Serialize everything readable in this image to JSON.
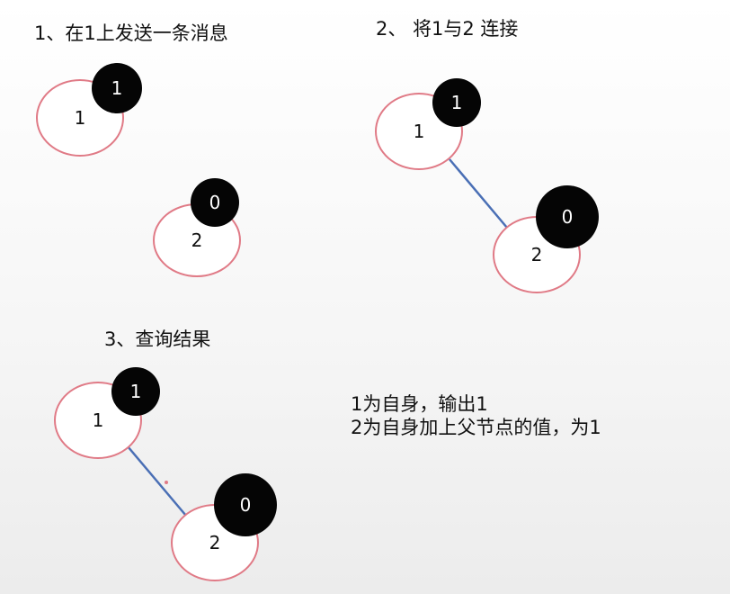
{
  "colors": {
    "node_border": "#e07a86",
    "edge": "#4a6fb5",
    "badge": "#050505"
  },
  "steps": [
    {
      "title": "1、在1上发送一条消息",
      "nodes": [
        {
          "label": "1",
          "value": "1"
        },
        {
          "label": "2",
          "value": "0"
        }
      ]
    },
    {
      "title": "2、 将1与2 连接",
      "nodes": [
        {
          "label": "1",
          "value": "1"
        },
        {
          "label": "2",
          "value": "0"
        }
      ]
    },
    {
      "title": "3、查询结果",
      "nodes": [
        {
          "label": "1",
          "value": "1"
        },
        {
          "label": "2",
          "value": "0"
        }
      ]
    }
  ],
  "result_text": [
    "1为自身，输出1",
    "2为自身加上父节点的值，为1"
  ]
}
